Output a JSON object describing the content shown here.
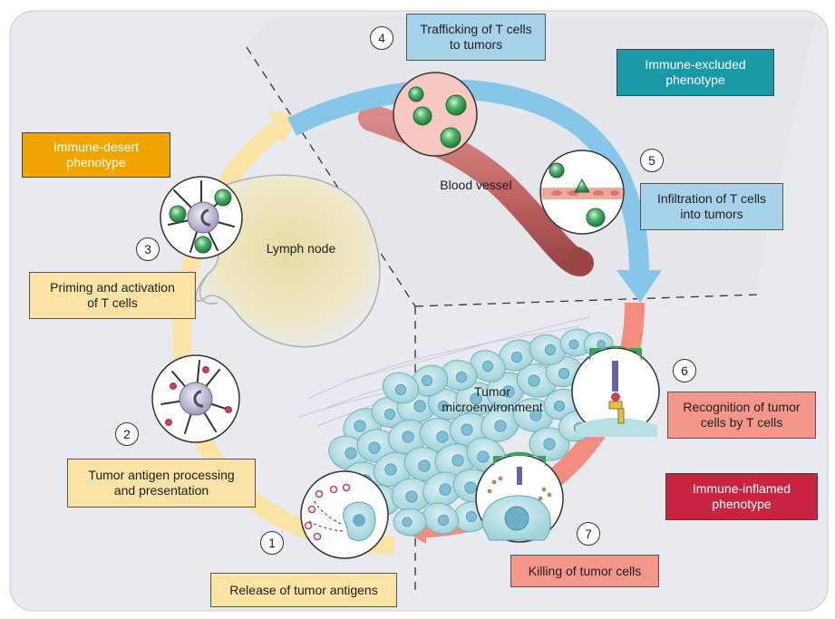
{
  "steps": [
    {
      "number": "1",
      "label": "Release of tumor antigens"
    },
    {
      "number": "2",
      "label": "Tumor antigen processing\nand presentation"
    },
    {
      "number": "3",
      "label": "Priming and activation\nof T cells"
    },
    {
      "number": "4",
      "label": "Trafficking of T cells\nto tumors"
    },
    {
      "number": "5",
      "label": "Infiltration of T cells\ninto tumors"
    },
    {
      "number": "6",
      "label": "Recognition of tumor\ncells by T cells"
    },
    {
      "number": "7",
      "label": "Killing of tumor cells"
    }
  ],
  "phenotypes": {
    "desert": {
      "label": "Immune-desert\nphenotype",
      "color": "#f0a500"
    },
    "excluded": {
      "label": "Immune-excluded\nphenotype",
      "color": "#1a9aa6"
    },
    "inflamed": {
      "label": "Immune-inflamed\nphenotype",
      "color": "#c9243f"
    }
  },
  "labels": {
    "lymph_node": "Lymph node",
    "blood_vessel": "Blood vessel",
    "tumor_microenvironment": "Tumor\nmicroenvironment"
  },
  "colors": {
    "yellow_arrow": "#fbe3a6",
    "blue_arrow": "#86c6e8",
    "salmon_arrow": "#f48c80",
    "tcell": "#3aa35a",
    "tumor_cell": "#b6dfe6"
  }
}
